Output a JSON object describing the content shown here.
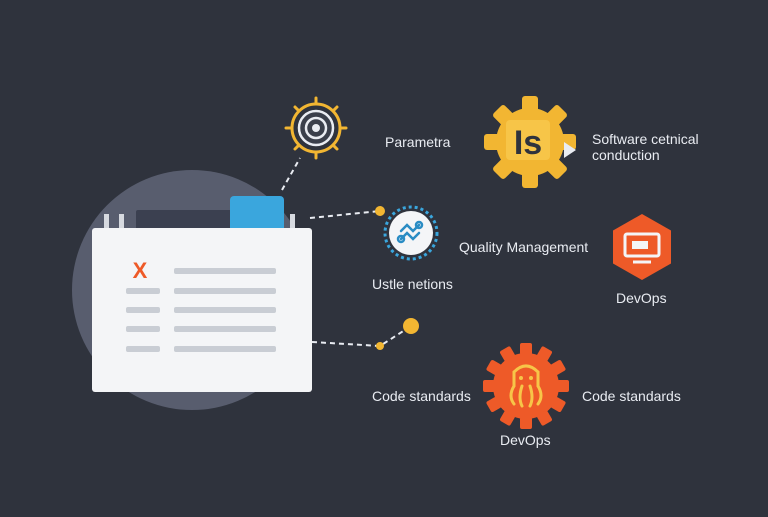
{
  "document_icon": {
    "mark": "X"
  },
  "gear_badge": {
    "text": "Is"
  },
  "labels": {
    "parametra": "Parametra",
    "software_line1": "Software cetnical",
    "software_line2": "conduction",
    "quality_management": "Quality Management",
    "ustle_netions": "Ustle netions",
    "devops_right": "DevOps",
    "code_standards_left": "Code standards",
    "code_standards_right": "Code standards",
    "devops_bottom": "DevOps"
  },
  "colors": {
    "background": "#2f333d",
    "circle": "#5a5f70",
    "document": "#f4f5f7",
    "accent_blue": "#3aa6dd",
    "accent_yellow": "#f2b632",
    "accent_orange": "#ee5a28",
    "connector": "#e9ecf2"
  },
  "icons": [
    "gear-outline-icon",
    "gear-badge-icon",
    "circular-network-icon",
    "hexagon-monitor-icon",
    "gear-octopus-icon",
    "document-icon"
  ]
}
